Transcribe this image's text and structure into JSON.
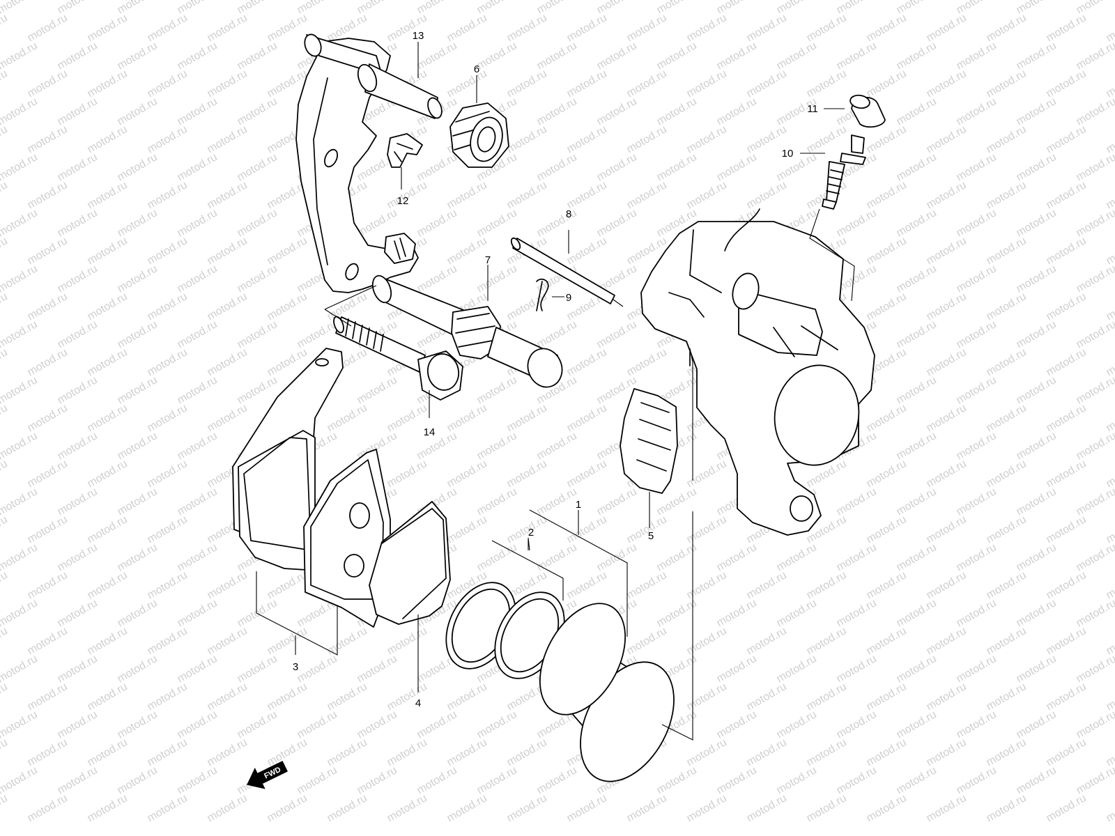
{
  "diagram": {
    "watermark_text": "motod.ru",
    "direction_label": "FWD",
    "callouts": [
      "13",
      "6",
      "12",
      "7",
      "8",
      "9",
      "14",
      "3",
      "4",
      "2",
      "1",
      "5",
      "11",
      "10"
    ]
  },
  "colors": {
    "line": "#000000",
    "background": "#ffffff",
    "watermark": "#cfcfcf"
  }
}
